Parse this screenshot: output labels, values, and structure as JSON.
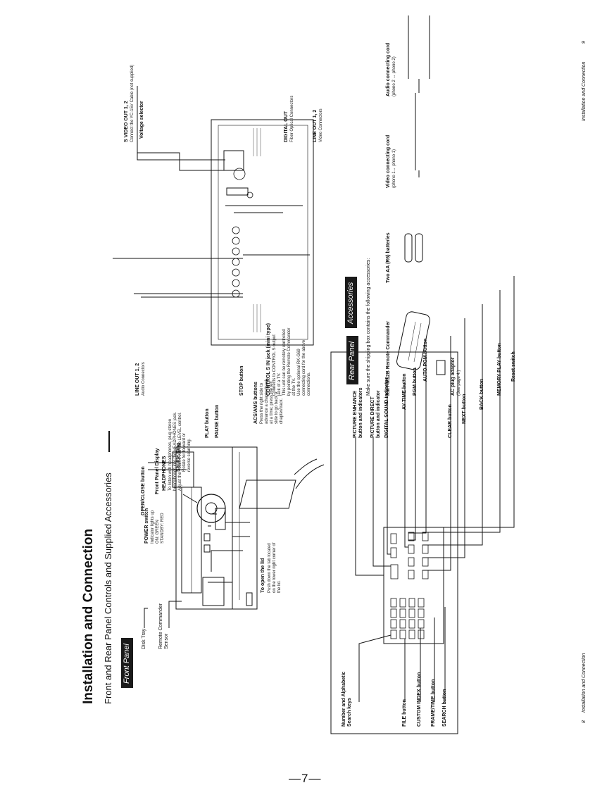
{
  "header": {
    "title": "Installation and Connection",
    "subtitle": "Front and Rear Panel Controls and Supplied Accessories"
  },
  "sections": {
    "front_panel": "Front Panel",
    "rear_panel": "Rear Panel",
    "accessories": "Accessories"
  },
  "front_labels": {
    "disk_tray": "Disk Tray",
    "remote_sensor_1": "Remote Commander",
    "remote_sensor_2": "Sensor",
    "power_switch": "POWER switch",
    "power_desc": [
      "Indicator lights up",
      "ON: GREEN",
      "STANDBY: RED"
    ],
    "headphones": "HEADPHONES",
    "headphones_desc": [
      "To listen with headphones, plug stereo",
      "headphones into the HEADPHONES jack.",
      "Adjust the volume with the LEVEL control."
    ],
    "open_close": "OPEN/CLOSE button",
    "front_display": "Front Panel Display",
    "shuttle": "Shuttle Ring",
    "shuttle_desc": [
      "Rotate for forward or",
      "reverse scanning."
    ],
    "play": "PLAY button",
    "pause": "PAUSE button",
    "stop": "STOP button",
    "acs_ams": "ACS/AMS buttons",
    "acs_desc": [
      "Press the right side to",
      "advance a chapter/track",
      "at a time; press the left",
      "side to go back a",
      "chapter/track."
    ],
    "open_lid": "To open the lid",
    "open_lid_desc": [
      "Push down the tab located",
      "on the lower right corner of",
      "the lid."
    ]
  },
  "lid_labels": {
    "left": [
      "Number and Alphabetic",
      "Search keys"
    ],
    "file": "FILE button",
    "custom_index": "CUSTOM INDEX button",
    "frame_time": "FRAME/TIME button",
    "search": "SEARCH button",
    "right": [
      "PICTURE ENHANCE",
      "button and indicators",
      "PICTURE DIRECT",
      "button and indicator",
      "DIGITAL SOUND indicator",
      "AV TIME button",
      "PGM button",
      "AUTO PGM button",
      "CLEAR button",
      "NEXT button",
      "BACK button",
      "MEMORY PLAY button",
      "Reset switch"
    ]
  },
  "rear_labels": {
    "s_video": "S VIDEO OUT 1, 2",
    "s_video_desc": "Connect the YC-15V Cable (not supplied)",
    "voltage": "Voltage selector",
    "digital_out": "DIGITAL OUT",
    "digital_out_desc": "Fiber Optical Connectors",
    "line_out_video": "LINE OUT 1, 2",
    "line_out_video_desc": "Video Connectors",
    "line_out_audio": "LINE OUT 1, 2",
    "line_out_audio_desc": "Audio Connectors",
    "control_s": "CONTROL S IN jack (mini type)",
    "control_s_desc": [
      "Connects to CONTROL S output",
      "jack of a TV.",
      "This unit can be remotely controlled",
      "by pointing the Remote Commander",
      "at the TV.",
      "Use the optional RK-G69",
      "connecting cord for the above",
      "connections."
    ]
  },
  "accessories": {
    "intro": "Make sure the shipping box contains the following accessories:",
    "items": [
      {
        "name": "RMT-M12B Remote Commander",
        "note": ""
      },
      {
        "name": "Two AA (R6) batteries",
        "note": ""
      },
      {
        "name": "Video connecting cord",
        "note": "(phono 1↔ phono 1)"
      },
      {
        "name": "Audio connecting cord",
        "note": "(phono 2 ↔ phono 2)"
      }
    ],
    "ac_plug": "AC plug adaptor",
    "ac_plug_note": "(See page 4.)"
  },
  "footer": {
    "left_num": "8",
    "left_text": "Installation and Connection",
    "right_text": "Installation and Connection",
    "right_num": "9",
    "page_number": "—7—"
  }
}
